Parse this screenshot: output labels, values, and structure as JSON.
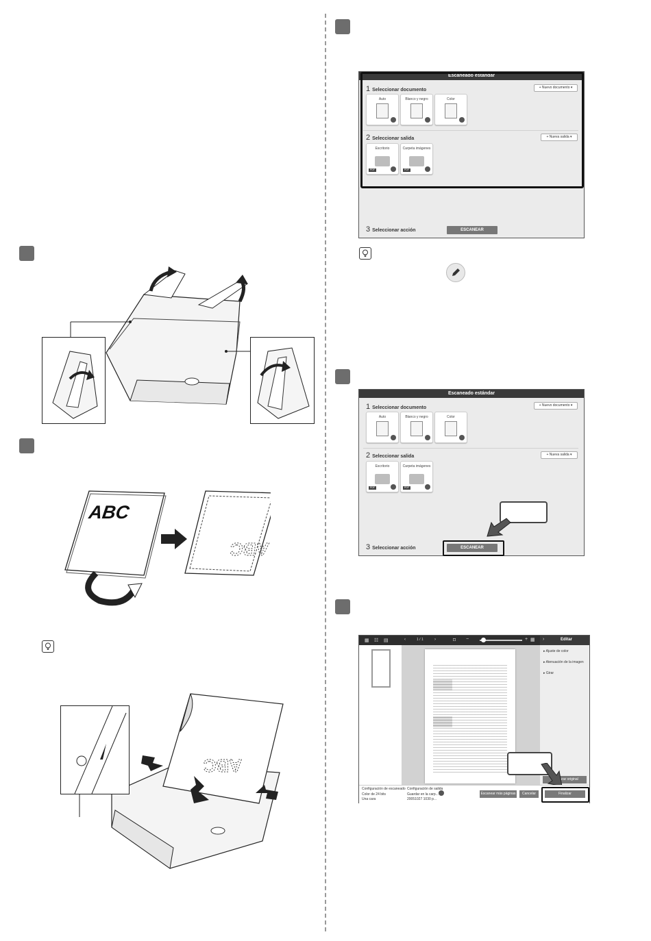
{
  "screen1": {
    "title": "Escaneado estándar",
    "section1": {
      "num": "1",
      "label": "Seleccionar documento",
      "button": "+ Nuevo documento ▾"
    },
    "doc_cards": [
      {
        "label": "Auto"
      },
      {
        "label": "Blanco y negro"
      },
      {
        "label": "Color"
      }
    ],
    "section2": {
      "num": "2",
      "label": "Seleccionar salida",
      "button": "+ Nueva salida ▾"
    },
    "out_cards": [
      {
        "label": "Escritorio",
        "badge": "PDF"
      },
      {
        "label": "Carpeta imágenes",
        "badge": "PDF"
      }
    ],
    "section3": {
      "num": "3",
      "label": "Seleccionar acción",
      "button": "ESCANEAR"
    }
  },
  "screen2": {
    "title": "Escaneado estándar",
    "section1": {
      "num": "1",
      "label": "Seleccionar documento",
      "button": "+ Nuevo documento ▾"
    },
    "doc_cards": [
      {
        "label": "Auto"
      },
      {
        "label": "Blanco y negro"
      },
      {
        "label": "Color"
      }
    ],
    "section2": {
      "num": "2",
      "label": "Seleccionar salida",
      "button": "+ Nueva salida ▾"
    },
    "out_cards": [
      {
        "label": "Escritorio",
        "badge": "PDF"
      },
      {
        "label": "Carpeta imágenes",
        "badge": "PDF"
      }
    ],
    "section3": {
      "num": "3",
      "label": "Seleccionar acción",
      "button": "ESCANEAR"
    }
  },
  "editor": {
    "page_indicator": "1 / 1",
    "zoom_minus": "−",
    "zoom_plus": "+",
    "panel_title": "Editar",
    "panel_items": [
      "Ajuste de color",
      "Atenuación de la imagen",
      "Girar"
    ],
    "restore_button": "Restaurar original",
    "scan_settings_label": "Configuración de escaneado",
    "scan_settings_value1": "Color de 24 bits",
    "scan_settings_value2": "Una cara",
    "output_settings_label": "Configuración de salida",
    "output_settings_value1": "Guardar en la carp...",
    "output_settings_value2": "20051027 1030 p...",
    "scan_more_button": "Escanear más páginas",
    "cancel_button": "Cancelar",
    "finish_button": "Finalizar"
  },
  "illustration": {
    "page_front_text": "ABC",
    "page_back_text": "ABC"
  },
  "colors": {
    "titlebar": "#3a3a3a",
    "step_box": "#6d6d6d",
    "app_bg": "#ebebeb"
  }
}
